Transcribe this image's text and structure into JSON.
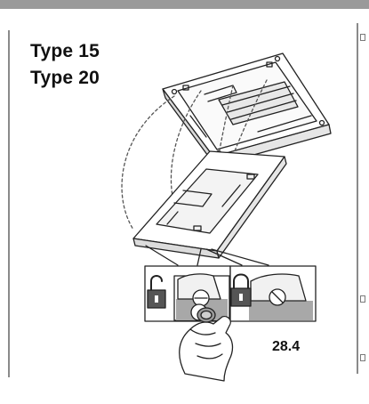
{
  "titles": [
    "Type 15",
    "Type 20"
  ],
  "figure_number": "28.4",
  "icons": {
    "unlock": "unlocked-padlock-icon",
    "lock": "locked-padlock-icon"
  },
  "colors": {
    "frame_gray": "#9a9a9a",
    "line": "#222222",
    "shade": "#a8a8a8"
  }
}
